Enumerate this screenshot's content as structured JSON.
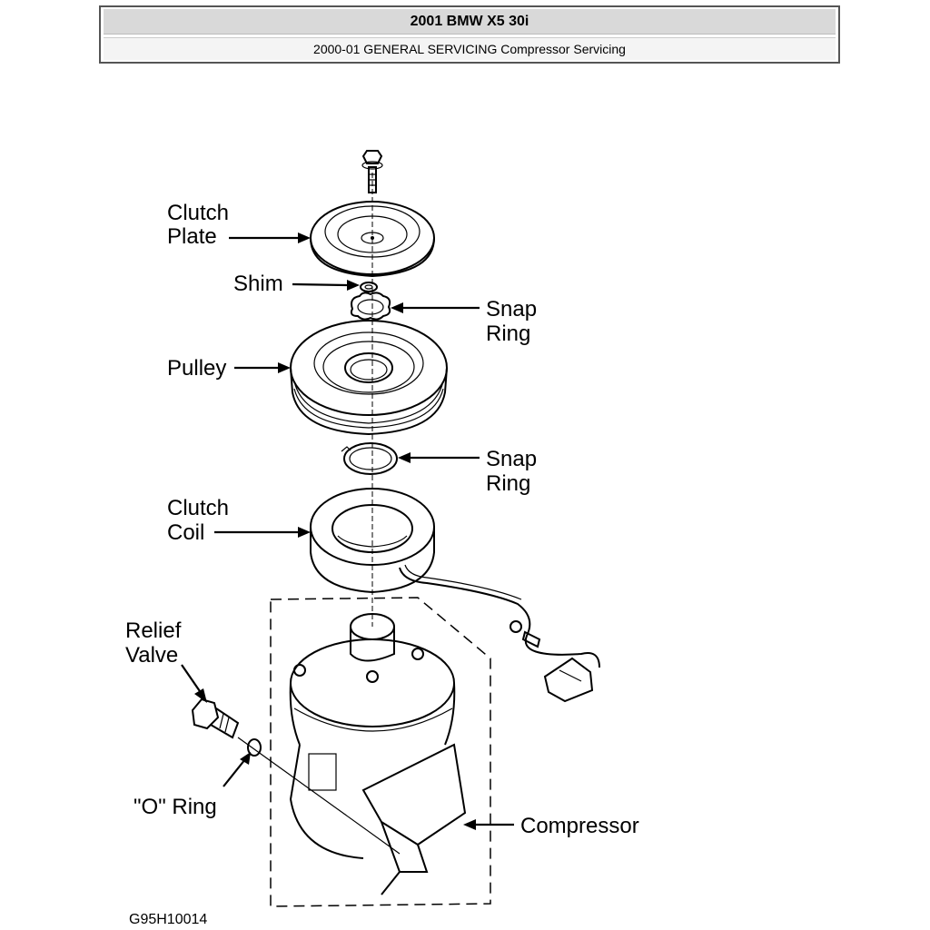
{
  "header": {
    "title": "2001 BMW X5 30i",
    "subtitle": "2000-01 GENERAL SERVICING Compressor Servicing"
  },
  "diagram": {
    "labels": {
      "clutch_plate_1": "Clutch",
      "clutch_plate_2": "Plate",
      "shim": "Shim",
      "snap_ring_upper_1": "Snap",
      "snap_ring_upper_2": "Ring",
      "pulley": "Pulley",
      "snap_ring_lower_1": "Snap",
      "snap_ring_lower_2": "Ring",
      "clutch_coil_1": "Clutch",
      "clutch_coil_2": "Coil",
      "relief_valve_1": "Relief",
      "relief_valve_2": "Valve",
      "o_ring": "\"O\" Ring",
      "compressor": "Compressor"
    },
    "figure_id": "G95H10014"
  }
}
